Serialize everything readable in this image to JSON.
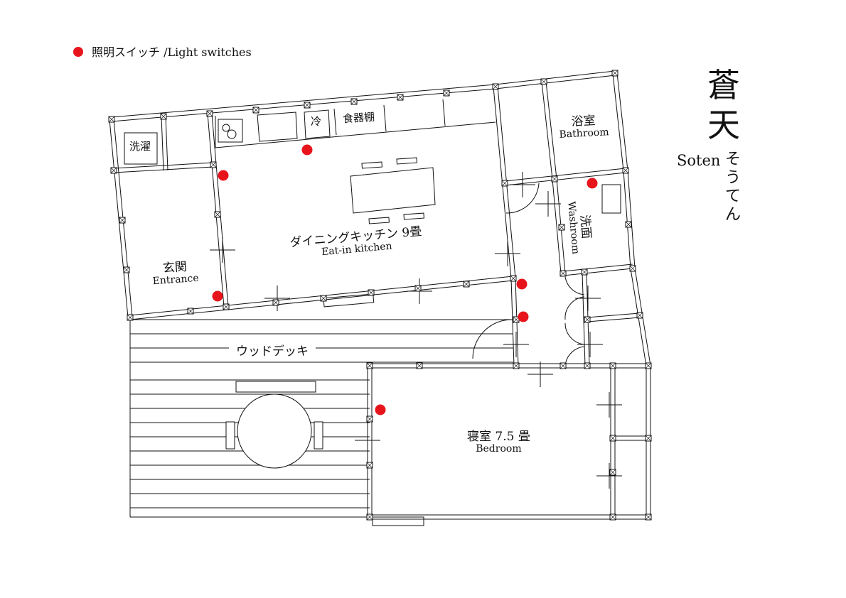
{
  "legend": {
    "label": "照明スイッチ /Light switches",
    "marker_color": "#e8141c"
  },
  "title": {
    "kanji_1": "蒼",
    "kanji_2": "天",
    "romaji": "Soten",
    "kana": [
      "そ",
      "う",
      "て",
      "ん"
    ]
  },
  "rooms": {
    "laundry": {
      "jp": "洗濯"
    },
    "fridge": {
      "jp": "冷"
    },
    "cupboard": {
      "jp": "食器棚"
    },
    "kitchen": {
      "jp": "ダイニングキッチン 9畳",
      "en": "Eat-in kitchen"
    },
    "entrance": {
      "jp": "玄関",
      "en": "Entrance"
    },
    "bathroom": {
      "jp": "浴室",
      "en": "Bathroom"
    },
    "washroom": {
      "jp": "洗面",
      "en": "Washroom"
    },
    "deck": {
      "jp": "ウッドデッキ"
    },
    "bedroom": {
      "jp": "寝室 7.5 畳",
      "en": "Bedroom"
    }
  },
  "switch_count": 7
}
